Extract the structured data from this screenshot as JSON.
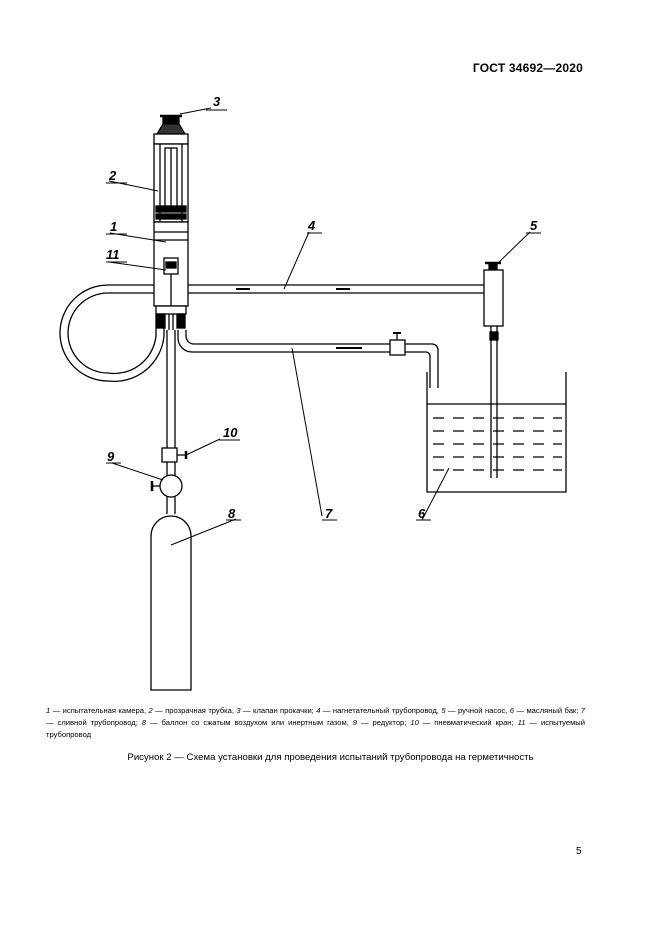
{
  "header": {
    "standard": "ГОСТ 34692—2020"
  },
  "figure": {
    "labels": [
      "1",
      "2",
      "3",
      "4",
      "5",
      "6",
      "7",
      "8",
      "9",
      "10",
      "11"
    ],
    "caption": "Рисунок 2 — Схема установки для проведения испытаний трубопровода на герметичность"
  },
  "legend": [
    {
      "num": "1",
      "text": " — испытательная камера, "
    },
    {
      "num": "2",
      "text": " — прозрачная трубка, "
    },
    {
      "num": "3",
      "text": " — клапан прокачки; "
    },
    {
      "num": "4",
      "text": " — нагнетательный трубопровод, "
    },
    {
      "num": "5",
      "text": " — ручной насос, "
    },
    {
      "num": "6",
      "text": " — масляный бак; "
    },
    {
      "num": "7",
      "text": " — сливной трубопровод; "
    },
    {
      "num": "8",
      "text": " — баллон со сжатым воздухом или инертным газом, "
    },
    {
      "num": "9",
      "text": " — редуктор; "
    },
    {
      "num": "10",
      "text": " — пневматический кран; "
    },
    {
      "num": "11",
      "text": " — испытуемый трубопровод"
    }
  ],
  "page_number": "5"
}
